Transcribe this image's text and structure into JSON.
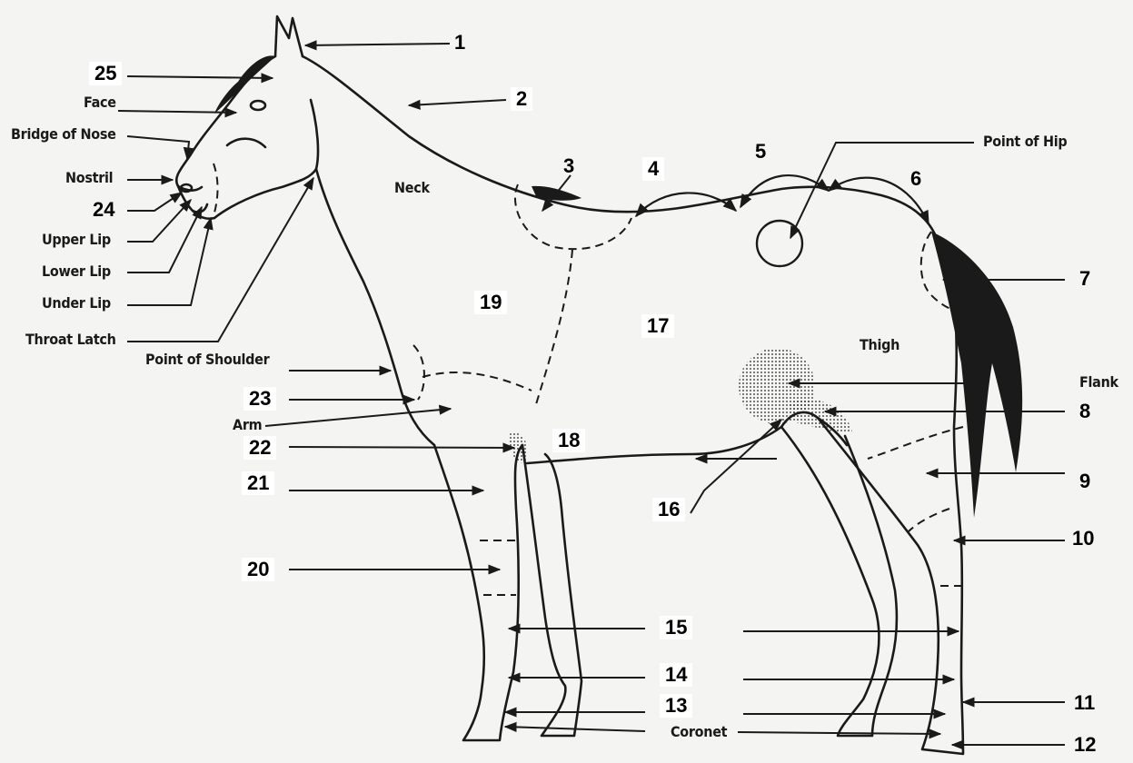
{
  "diagram": {
    "word_labels": {
      "face": "Face",
      "bridge_of_nose": "Bridge of Nose",
      "nostril": "Nostril",
      "upper_lip": "Upper Lip",
      "lower_lip": "Lower Lip",
      "under_lip": "Under Lip",
      "throat_latch": "Throat Latch",
      "point_of_shoulder": "Point of Shoulder",
      "arm": "Arm",
      "neck": "Neck",
      "thigh": "Thigh",
      "point_of_hip": "Point of Hip",
      "flank": "Flank",
      "coronet": "Coronet"
    },
    "numbers": {
      "n1": "1",
      "n2": "2",
      "n3": "3",
      "n4": "4",
      "n5": "5",
      "n6": "6",
      "n7": "7",
      "n8": "8",
      "n9": "9",
      "n10": "10",
      "n11": "11",
      "n12": "12",
      "n13": "13",
      "n14": "14",
      "n15": "15",
      "n16": "16",
      "n17": "17",
      "n18": "18",
      "n19": "19",
      "n20": "20",
      "n21": "21",
      "n22": "22",
      "n23": "23",
      "n24": "24",
      "n25": "25"
    }
  }
}
